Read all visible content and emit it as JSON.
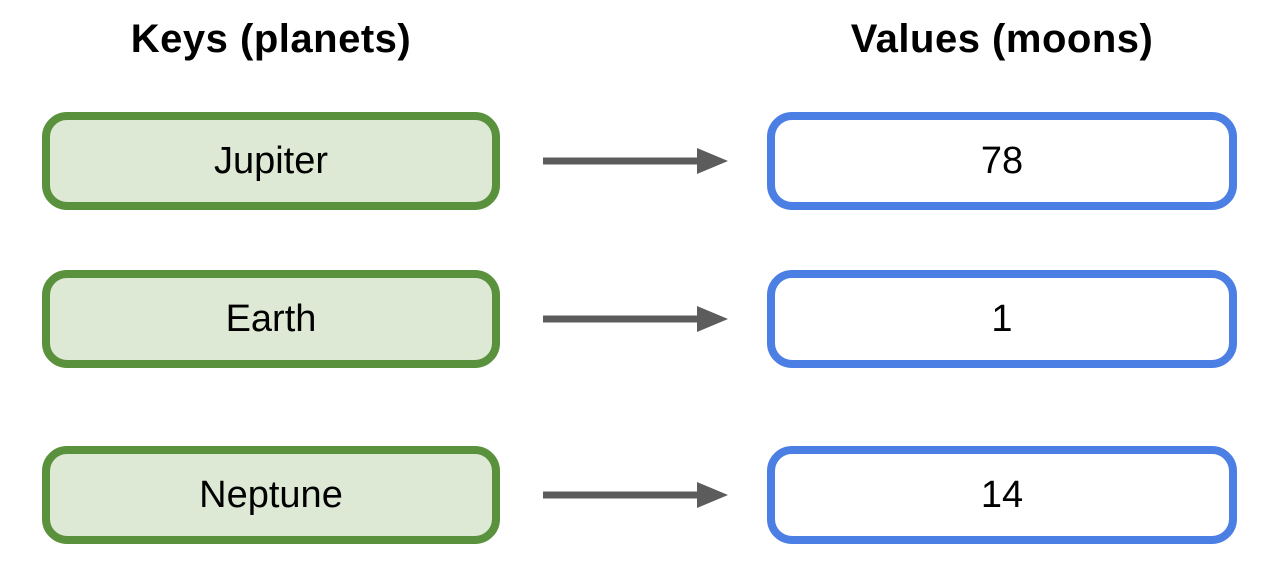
{
  "diagram": {
    "keys_header": "Keys (planets)",
    "values_header": "Values (moons)",
    "mappings": [
      {
        "key": "Jupiter",
        "value": "78"
      },
      {
        "key": "Earth",
        "value": "1"
      },
      {
        "key": "Neptune",
        "value": "14"
      }
    ],
    "colors": {
      "key_box_border": "#5a913c",
      "key_box_fill": "#dde9d4",
      "value_box_border": "#4c7fe4",
      "value_box_fill": "#ffffff",
      "arrow": "#5c5c5c",
      "text": "#000000",
      "background": "#ffffff"
    }
  }
}
